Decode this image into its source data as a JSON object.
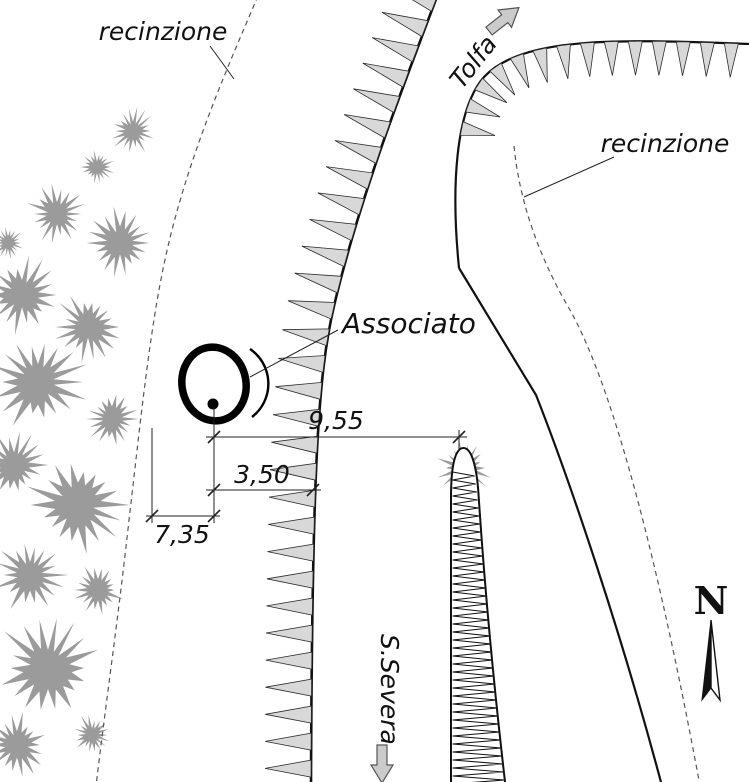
{
  "labels": {
    "fence_left": "recinzione",
    "fence_right": "recinzione",
    "associated_tree": "Associato",
    "destination_north": "Tolfa",
    "destination_south": "S.Severa",
    "north_symbol": "N"
  },
  "dimensions": {
    "tree_to_fork": "9,55",
    "tree_to_road_edge": "3,50",
    "fence_to_tree": "7,35"
  },
  "colors": {
    "line": "#1a1a1a",
    "vegetation": "#9b9b9b",
    "hatch_fill": "#d8d8d8",
    "arrow_fill": "#cbcbcb",
    "background": "#ffffff"
  }
}
